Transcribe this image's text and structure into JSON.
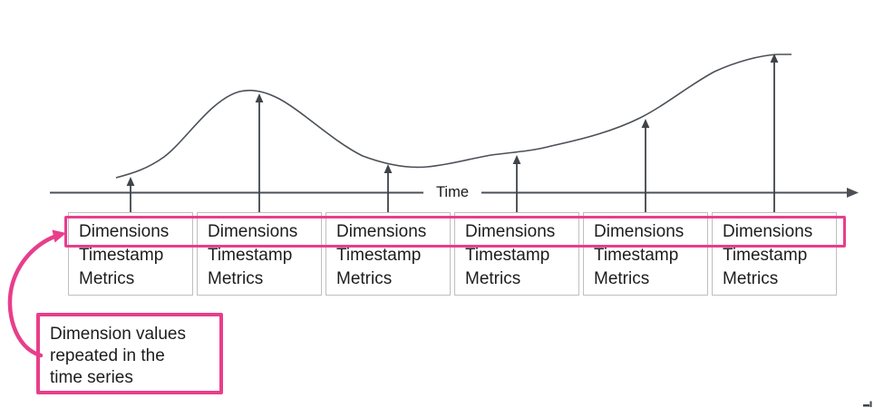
{
  "diagram": {
    "axis": {
      "label": "Time"
    },
    "records": [
      {
        "dimensions": "Dimensions",
        "timestamp": "Timestamp",
        "metrics": "Metrics"
      },
      {
        "dimensions": "Dimensions",
        "timestamp": "Timestamp",
        "metrics": "Metrics"
      },
      {
        "dimensions": "Dimensions",
        "timestamp": "Timestamp",
        "metrics": "Metrics"
      },
      {
        "dimensions": "Dimensions",
        "timestamp": "Timestamp",
        "metrics": "Metrics"
      },
      {
        "dimensions": "Dimensions",
        "timestamp": "Timestamp",
        "metrics": "Metrics"
      },
      {
        "dimensions": "Dimensions",
        "timestamp": "Timestamp",
        "metrics": "Metrics"
      }
    ],
    "annotation": {
      "text": "Dimension values repeated in the time series",
      "lines": [
        "Dimension values",
        "repeated in the",
        "time series"
      ]
    },
    "colors": {
      "highlight_pink": "#e83e8c",
      "line_gray": "#4b5057",
      "arrow_dark": "#3f444a",
      "box_border": "#bfbfbf",
      "text": "#1d1d1f"
    }
  }
}
